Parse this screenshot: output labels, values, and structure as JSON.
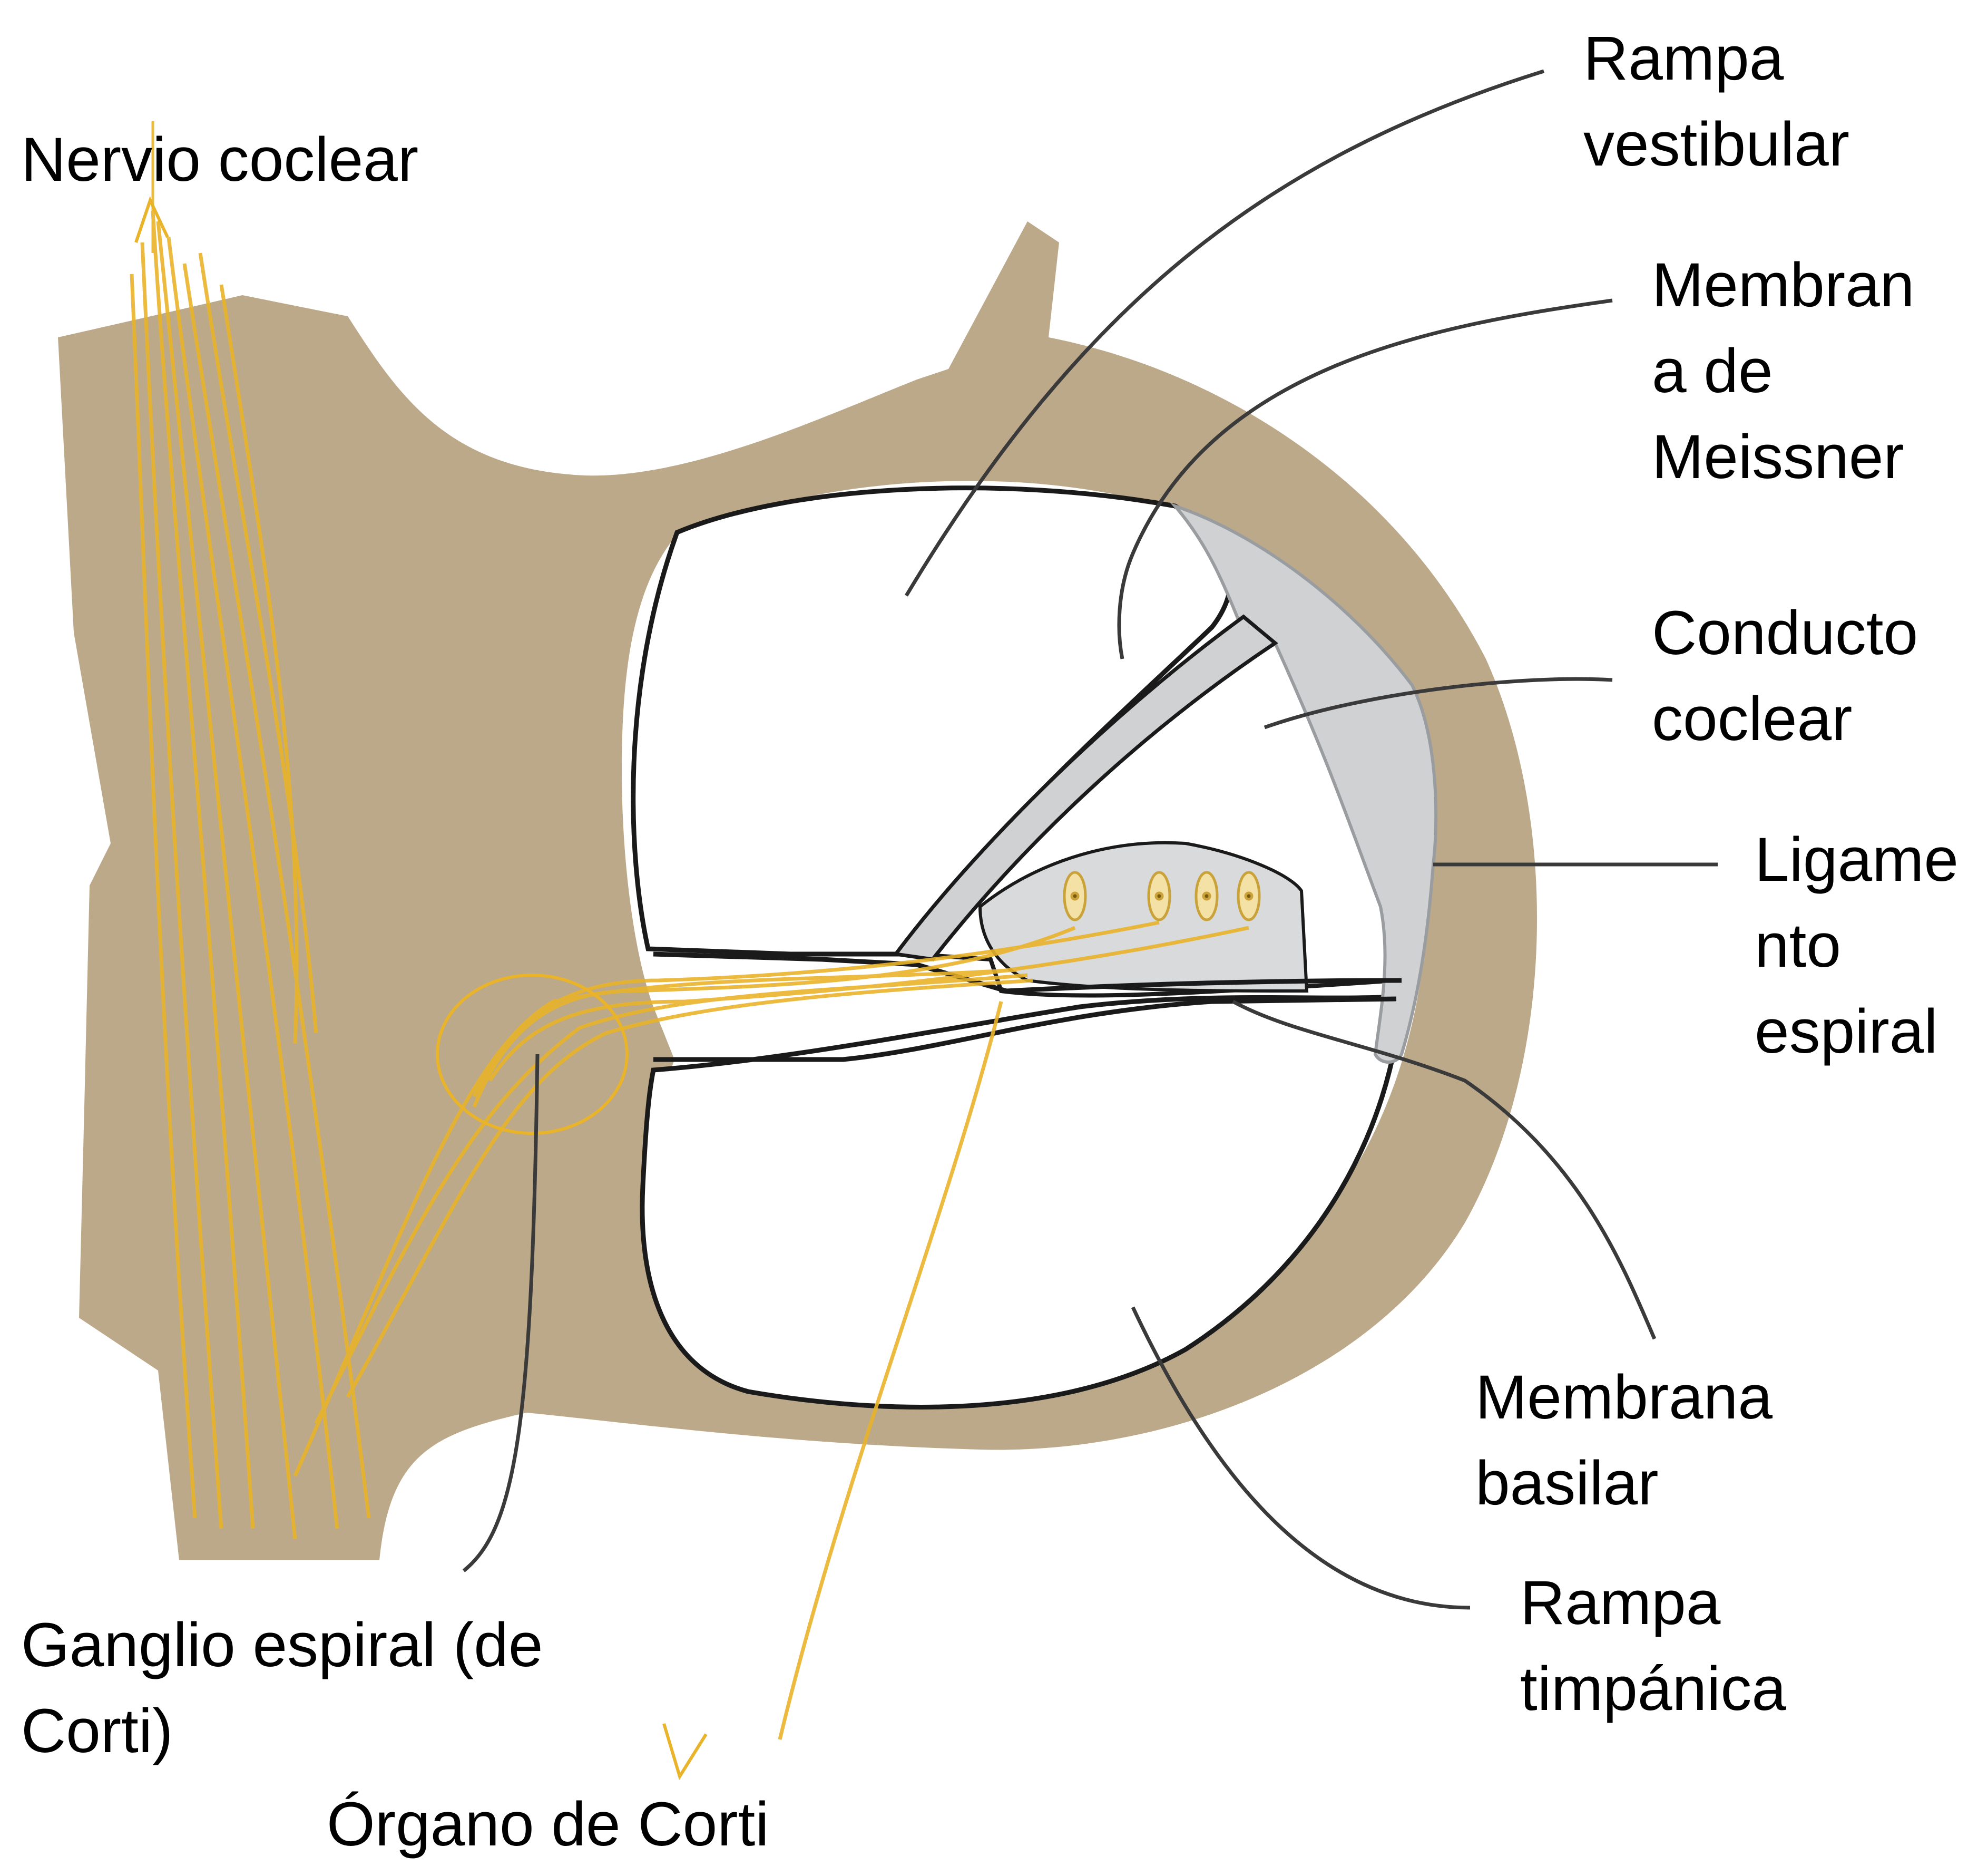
{
  "labels": {
    "nervio_coclear": "Nervio coclear",
    "rampa_vestibular": [
      "Rampa",
      "vestibular"
    ],
    "membrana_meissner": [
      "Membran",
      "a de",
      "Meissner"
    ],
    "conducto_coclear": [
      "Conducto",
      "coclear"
    ],
    "ligamento_espiral": [
      "Ligame",
      "nto",
      "espiral"
    ],
    "membrana_basilar": [
      "Membrana",
      "basilar"
    ],
    "rampa_timpanica": [
      "Rampa",
      "timpánica"
    ],
    "ganglio_espiral": [
      "Ganglio espiral (de",
      "Corti)"
    ],
    "organo_corti": "Órgano de Corti"
  },
  "colors": {
    "bone": "#bca98a",
    "nerve_fiber": "#e9b32a",
    "ligament": "#cfd1d3",
    "outline": "#1a1a1a",
    "leader_line": "#3a3a3a"
  }
}
